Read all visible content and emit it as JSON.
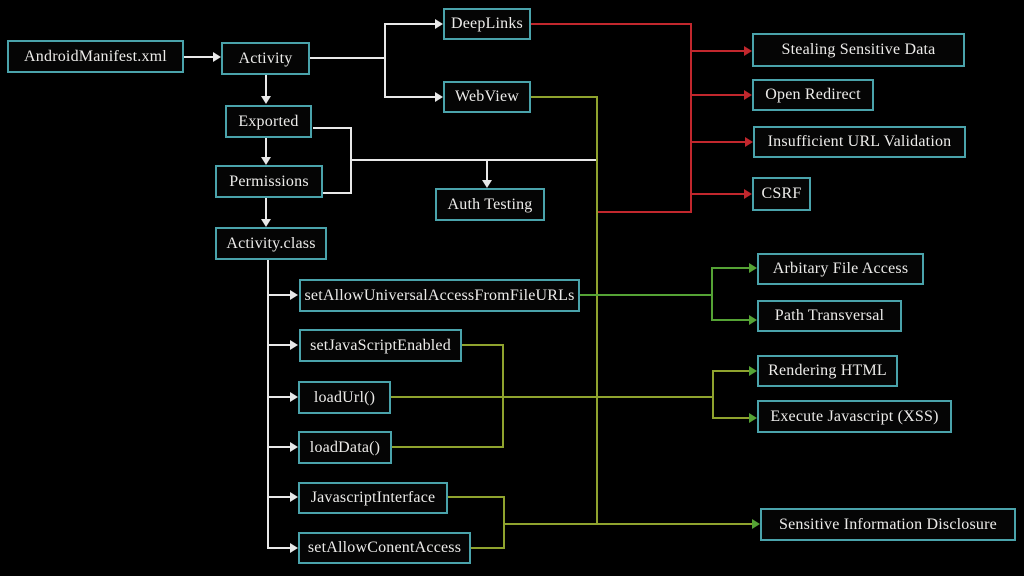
{
  "diagram": {
    "title_implied": "",
    "nodes": {
      "android_manifest": "AndroidManifest.xml",
      "activity": "Activity",
      "deeplinks": "DeepLinks",
      "webview": "WebView",
      "exported": "Exported",
      "permissions": "Permissions",
      "auth_testing": "Auth Testing",
      "activity_class": "Activity.class",
      "set_allow_universal": "setAllowUniversalAccessFromFileURLs",
      "set_javascript_enabled": "setJavaScriptEnabled",
      "load_url": "loadUrl()",
      "load_data": "loadData()",
      "javascript_interface": "JavascriptInterface",
      "set_allow_conent": "setAllowConentAccess",
      "stealing": "Stealing Sensitive Data",
      "open_redirect": "Open Redirect",
      "insufficient_url": "Insufficient URL Validation",
      "csrf": "CSRF",
      "arbitary_file": "Arbitary File Access",
      "path_transversal": "Path Transversal",
      "rendering_html": "Rendering HTML",
      "execute_js": "Execute Javascript (XSS)",
      "sensitive_info": "Sensitive Information Disclosure"
    },
    "colors": {
      "background": "#000000",
      "node_border": "#4aa3ab",
      "node_text": "#ecebe9",
      "edge_white": "#e8e8e8",
      "edge_red": "#c1272d",
      "edge_olive": "#8fa32e",
      "edge_green": "#55a335"
    }
  }
}
